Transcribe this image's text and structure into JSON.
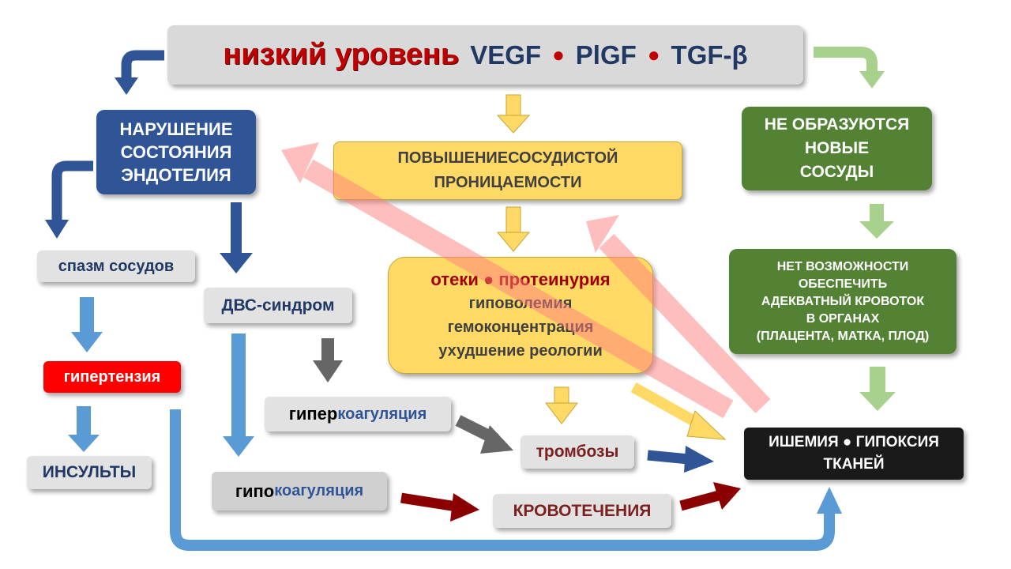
{
  "title": {
    "low_level": "низкий уровень",
    "f1": "VEGF",
    "dot": "●",
    "f2": "PlGF",
    "f3": "TGF-β"
  },
  "endothelium": [
    "НАРУШЕНИЕ",
    "СОСТОЯНИЯ",
    "ЭНДОТЕЛИЯ"
  ],
  "permeability": [
    "ПОВЫШЕНИЕСОСУДИСТОЙ",
    "ПРОНИЦАЕМОСТИ"
  ],
  "no_vessels": [
    "НЕ ОБРАЗУЮТСЯ",
    "НОВЫЕ",
    "СОСУДЫ"
  ],
  "no_bloodflow": [
    "НЕТ ВОЗМОЖНОСТИ",
    "ОБЕСПЕЧИТЬ",
    "АДЕКВАТНЫЙ КРОВОТОК",
    "В ОРГАНАХ",
    "(ПЛАЦЕНТА, МАТКА, ПЛОД)"
  ],
  "spasm": "спазм сосудов",
  "hypertension": "гипертензия",
  "strokes": "ИНСУЛЬТЫ",
  "dic": "ДВС-синдром",
  "hyper": {
    "prefix": "гипер",
    "suffix": "коагуляция"
  },
  "hypo": {
    "prefix": "гипо",
    "suffix": "коагуляция"
  },
  "edema": {
    "line1a": "отеки",
    "dot": "●",
    "line1b": "протеинурия",
    "line2": "гиповолемия",
    "line3": "гемоконцентрация",
    "line4": "ухудшение реологии"
  },
  "thrombosis": "тромбозы",
  "bleeding": "КРОВОТЕЧЕНИЯ",
  "ischemia": {
    "line1a": "ИШЕМИЯ",
    "dot": "●",
    "line1b": "ГИПОКСИЯ",
    "line2": "ТКАНЕЙ"
  },
  "colors": {
    "dark_blue": "#2f5597",
    "light_blue": "#5b9bd5",
    "yellow": "#ffd966",
    "green": "#548235",
    "light_green": "#a9d18e",
    "dark_red": "#8b0000",
    "gray_arrow": "#666666",
    "pink": "#ff9999"
  }
}
